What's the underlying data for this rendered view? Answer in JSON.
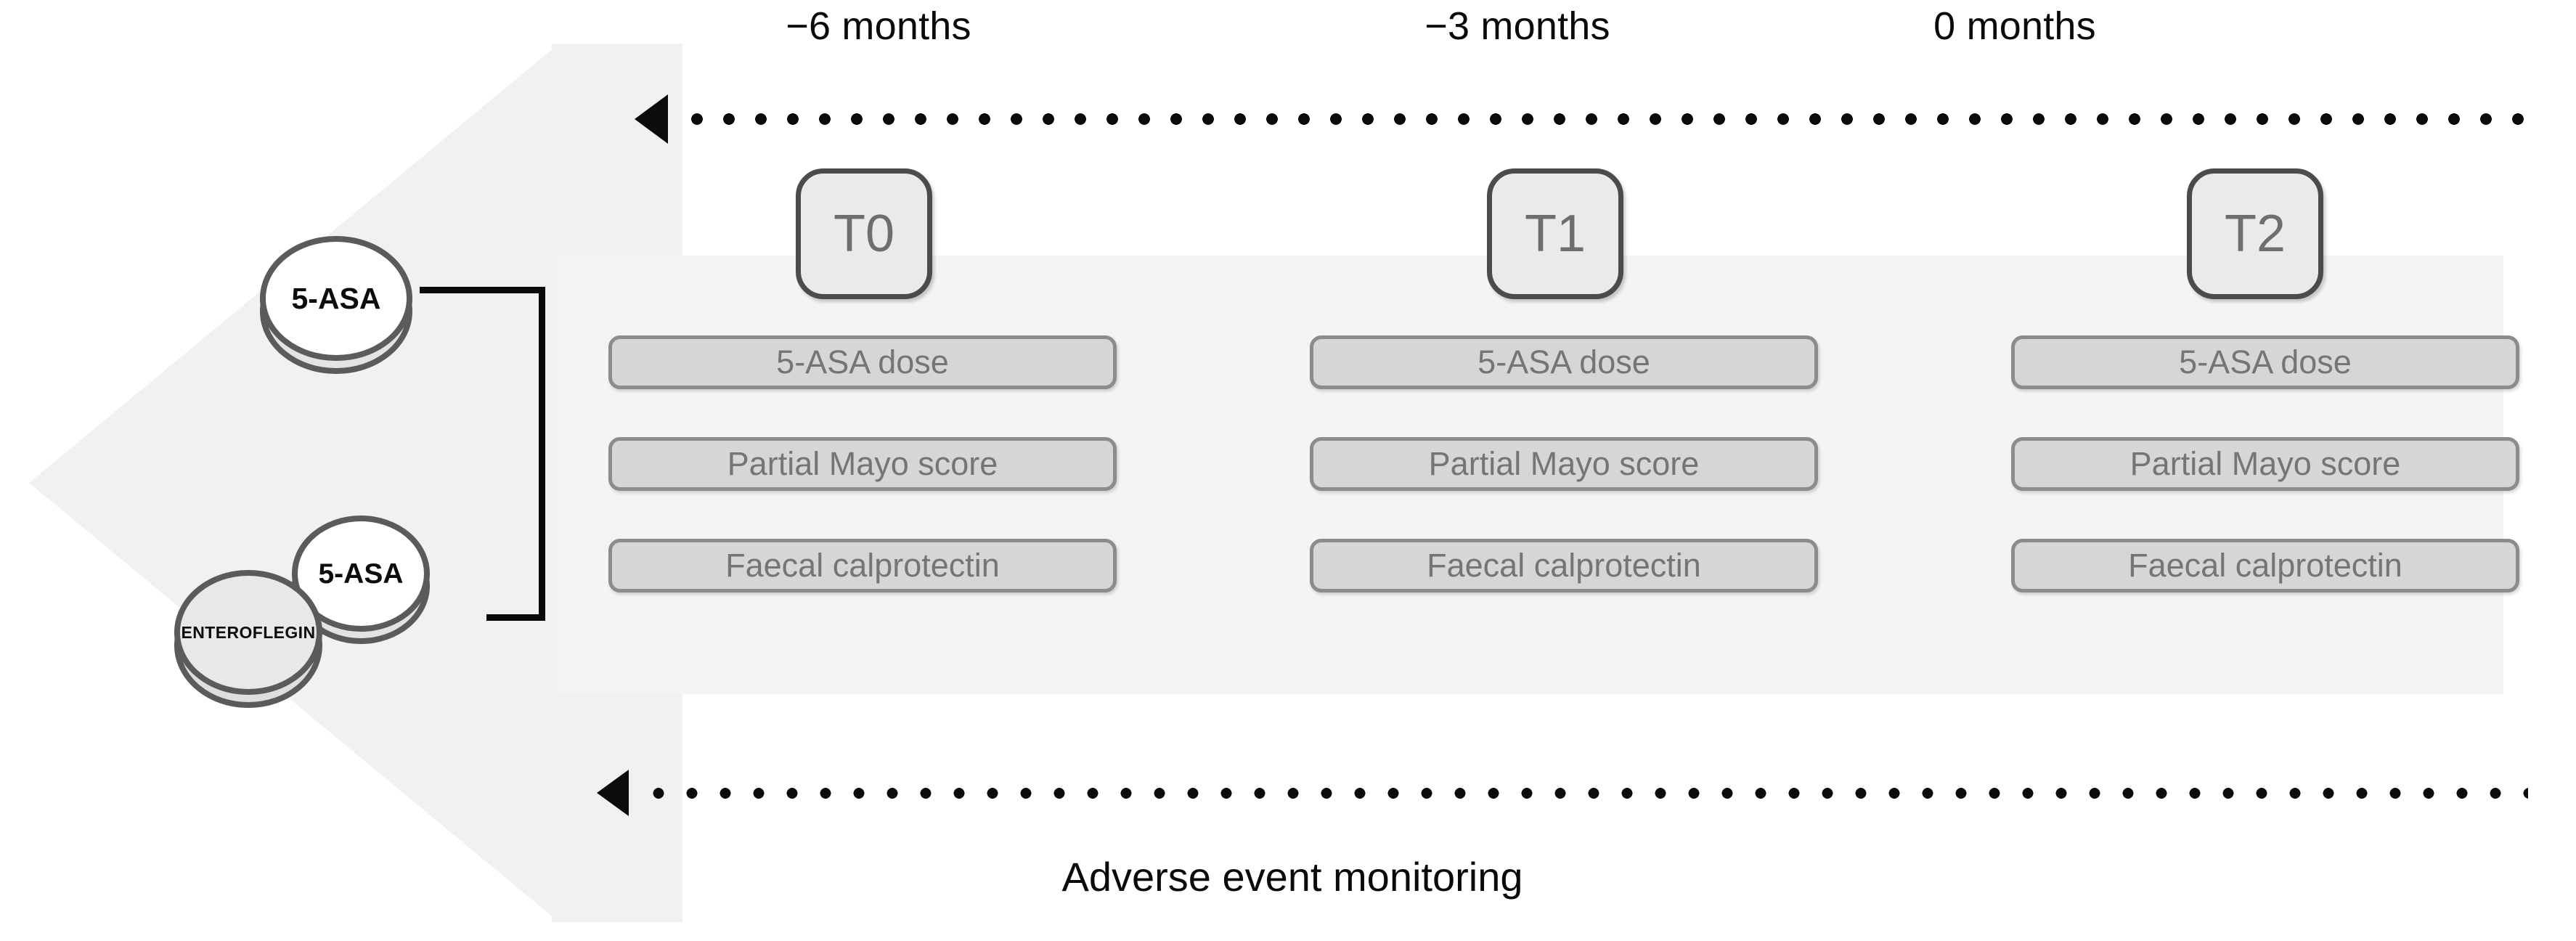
{
  "figure": {
    "type": "study-timeline-diagram",
    "colors": {
      "chevron_fill": "#f1f1f1",
      "panel_fill": "#f4f4f4",
      "chip_fill": "#eaeaea",
      "chip_border": "#4b4b4b",
      "chip_text": "#6e6e6e",
      "measure_fill": "#d6d6d6",
      "measure_border": "#8c8c8c",
      "measure_text": "#757575",
      "tablet_border": "#5b5b5b",
      "tablet_fill_white": "#ffffff",
      "tablet_fill_grey": "#e6e6e6",
      "arrow_black": "#0b0b0b",
      "background": "#ffffff"
    }
  },
  "timeline": {
    "direction": "right-to-left",
    "axis_labels": [
      {
        "text": "−6 months"
      },
      {
        "text": "−3 months"
      },
      {
        "text": "0 months"
      }
    ]
  },
  "timepoints": [
    {
      "chip": "T0",
      "axis_label": "−6 months",
      "measures": [
        "5-ASA dose",
        "Partial Mayo score",
        "Faecal calprotectin"
      ]
    },
    {
      "chip": "T1",
      "axis_label": "−3 months",
      "measures": [
        "5-ASA dose",
        "Partial Mayo score",
        "Faecal calprotectin"
      ]
    },
    {
      "chip": "T2",
      "axis_label": "0 months",
      "measures": [
        "5-ASA dose",
        "Partial Mayo score",
        "Faecal calprotectin"
      ]
    }
  ],
  "treatment_arms": [
    {
      "id": "arm-monotherapy",
      "tablets": [
        "5-ASA"
      ]
    },
    {
      "id": "arm-combination",
      "tablets": [
        "ENTEROFLEGIN",
        "5-ASA"
      ]
    }
  ],
  "tablets": {
    "top_5asa": "5-ASA",
    "bottom_5asa": "5-ASA",
    "enteroflegin": "ENTEROFLEGIN"
  },
  "monitoring": {
    "caption": "Adverse event monitoring"
  }
}
